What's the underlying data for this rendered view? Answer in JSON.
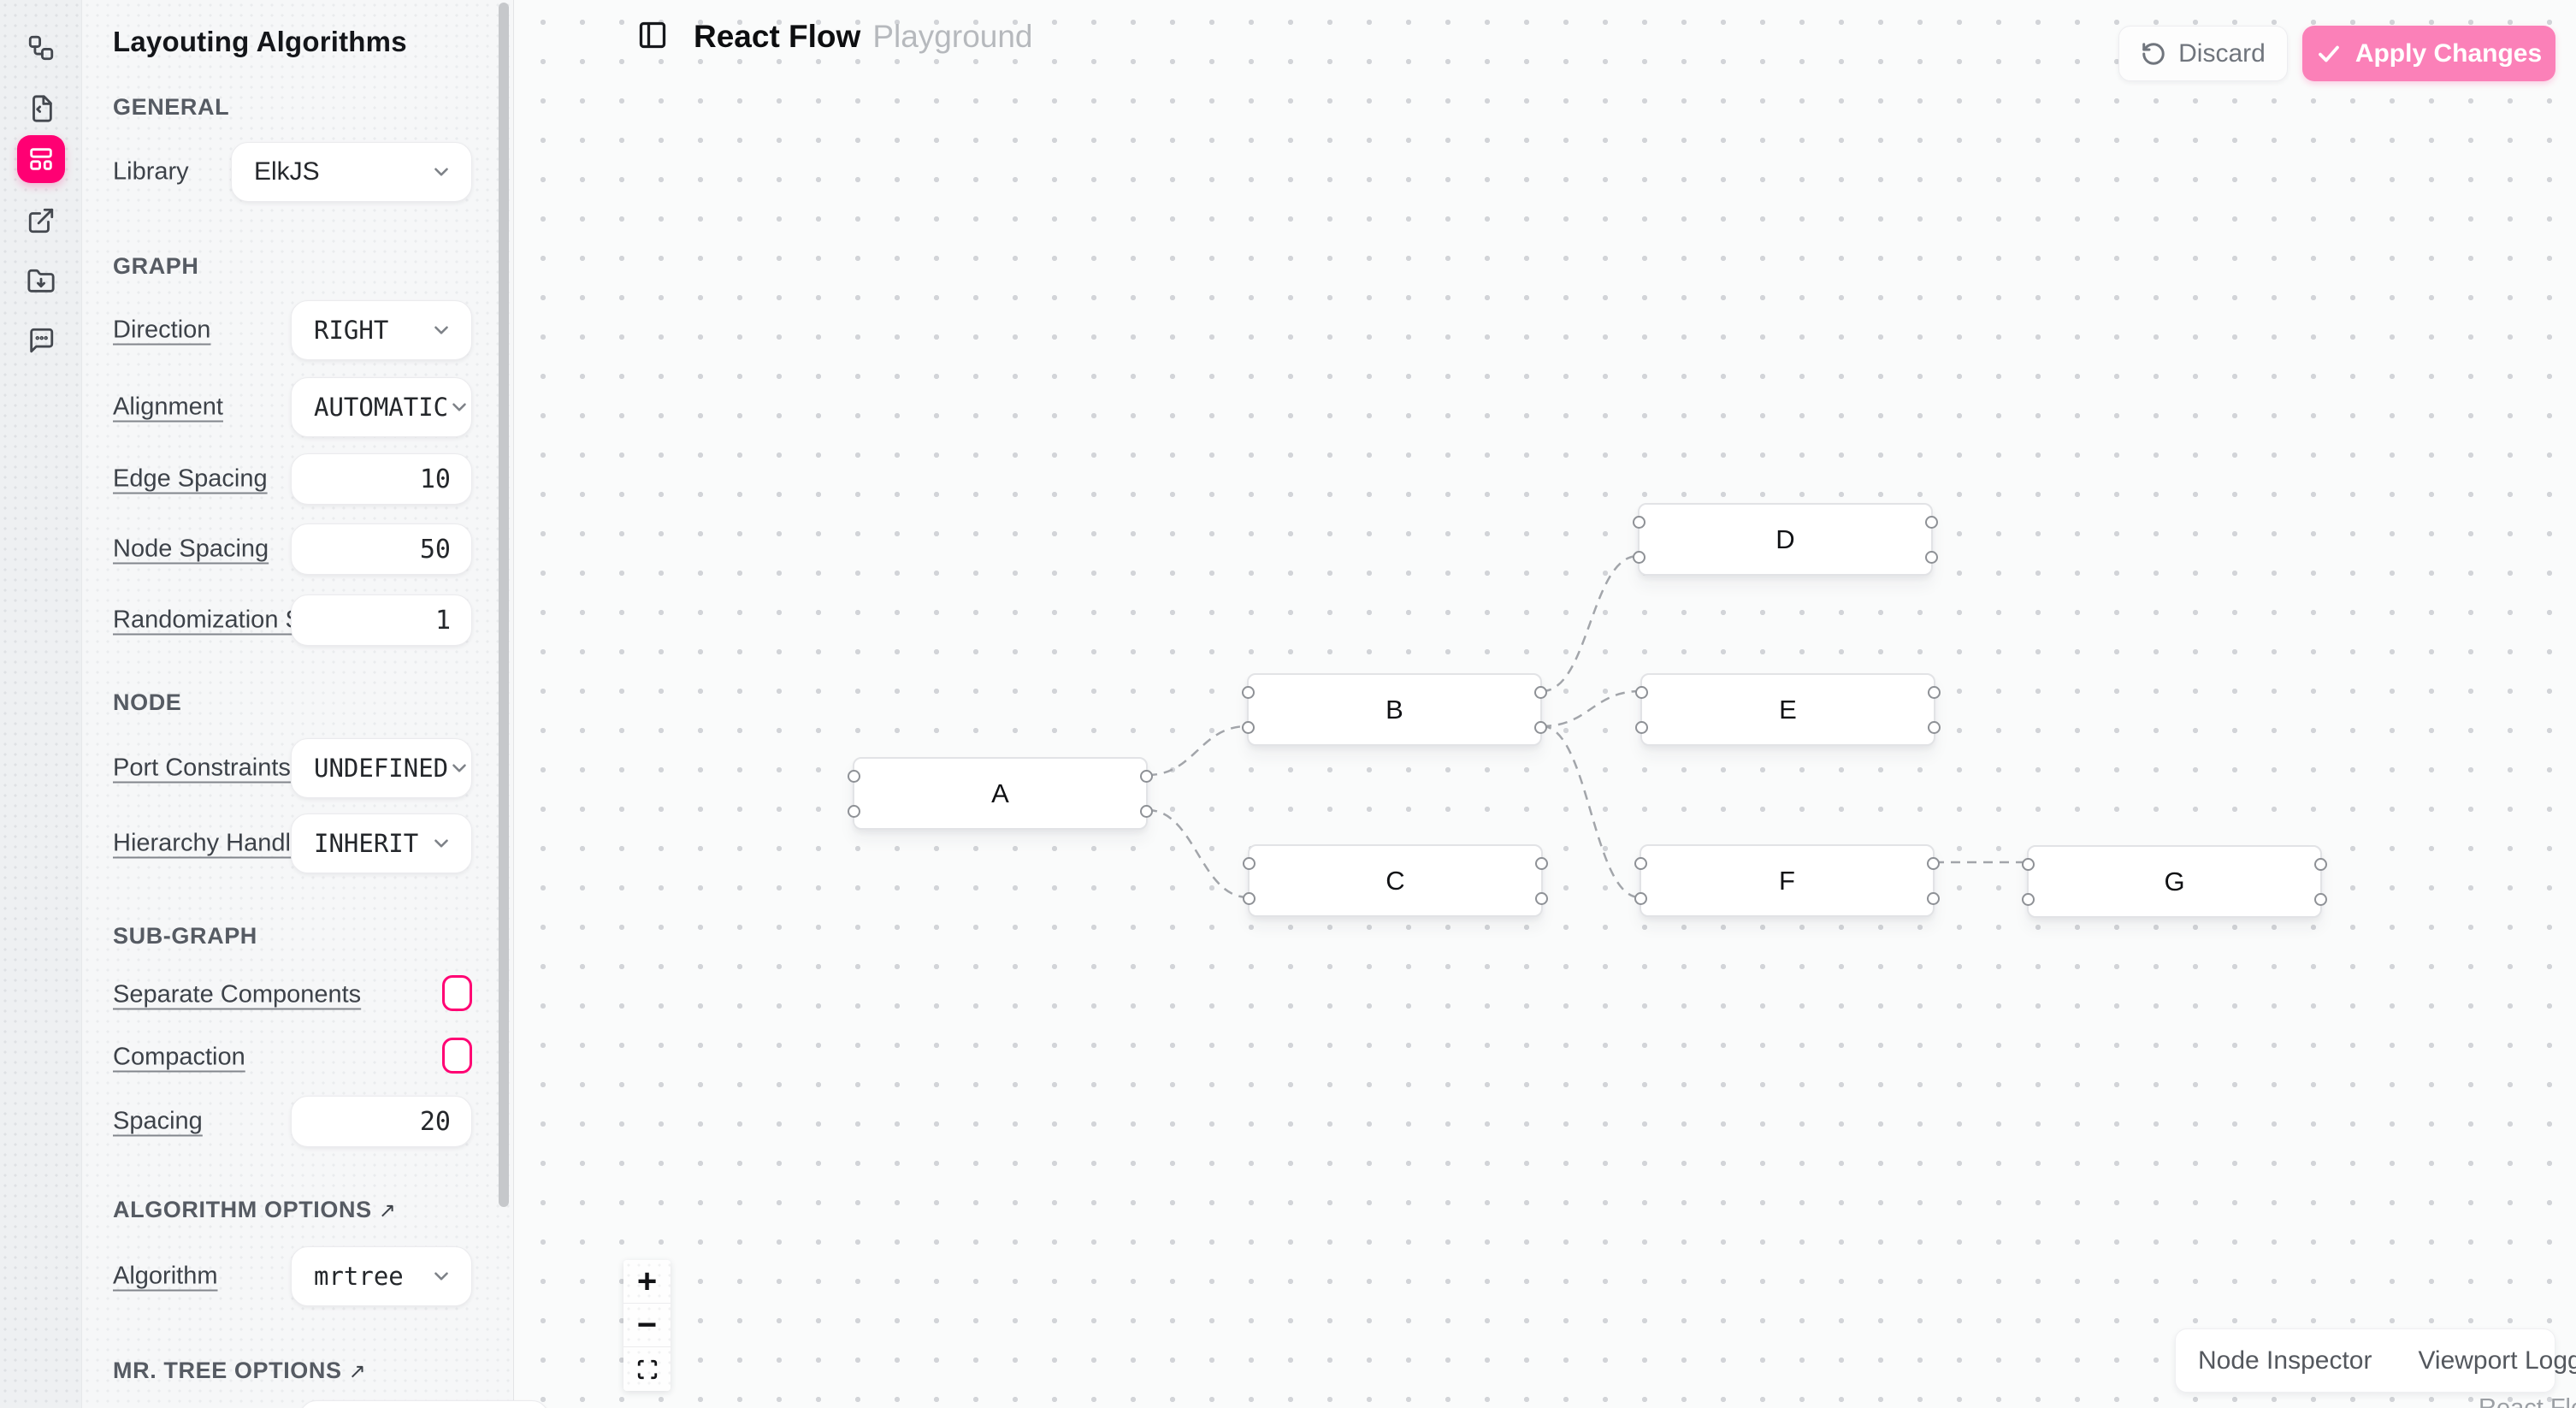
{
  "colors": {
    "accent": "#ff0073",
    "apply_button_bg": "#fb80b8",
    "canvas_dot": "#d2d4d8"
  },
  "rail": {
    "items": [
      {
        "icon": "workflow-icon",
        "active": false
      },
      {
        "icon": "file-code-icon",
        "active": false
      },
      {
        "icon": "layouting-icon",
        "active": true
      },
      {
        "icon": "external-link-icon",
        "active": false
      },
      {
        "icon": "folder-download-icon",
        "active": false
      },
      {
        "icon": "feedback-icon",
        "active": false
      }
    ]
  },
  "header": {
    "brand": "React Flow",
    "page": "Playground"
  },
  "toolbar": {
    "discard_label": "Discard",
    "apply_label": "Apply Changes"
  },
  "panel": {
    "title": "Layouting Algorithms",
    "sections": {
      "general": "GENERAL",
      "graph": "GRAPH",
      "node": "NODE",
      "subgraph": "SUB-GRAPH",
      "algorithm_options": "ALGORITHM OPTIONS",
      "mrtree_options": "MR. TREE OPTIONS"
    },
    "fields": {
      "library": {
        "label": "Library",
        "value": "ElkJS"
      },
      "direction": {
        "label": "Direction",
        "value": "RIGHT"
      },
      "alignment": {
        "label": "Alignment",
        "value": "AUTOMATIC"
      },
      "edge_spacing": {
        "label": "Edge Spacing",
        "value": "10"
      },
      "node_spacing": {
        "label": "Node Spacing",
        "value": "50"
      },
      "randomization_seed": {
        "label": "Randomization Seed",
        "value": "1"
      },
      "port_constraints": {
        "label": "Port Constraints",
        "value": "UNDEFINED"
      },
      "hierarchy_handling": {
        "label": "Hierarchy Handling",
        "value": "INHERIT"
      },
      "separate_components": {
        "label": "Separate Components",
        "checked": false
      },
      "compaction": {
        "label": "Compaction",
        "checked": false
      },
      "spacing": {
        "label": "Spacing",
        "value": "20"
      },
      "algorithm": {
        "label": "Algorithm",
        "value": "mrtree"
      }
    }
  },
  "canvas": {
    "nodes": [
      {
        "id": "A",
        "label": "A"
      },
      {
        "id": "B",
        "label": "B"
      },
      {
        "id": "C",
        "label": "C"
      },
      {
        "id": "D",
        "label": "D"
      },
      {
        "id": "E",
        "label": "E"
      },
      {
        "id": "F",
        "label": "F"
      },
      {
        "id": "G",
        "label": "G"
      }
    ],
    "edges": [
      {
        "source": "A",
        "target": "B"
      },
      {
        "source": "A",
        "target": "C"
      },
      {
        "source": "B",
        "target": "D"
      },
      {
        "source": "B",
        "target": "E"
      },
      {
        "source": "B",
        "target": "F"
      },
      {
        "source": "F",
        "target": "G"
      }
    ]
  },
  "controls": {
    "zoom_in": "+",
    "zoom_out": "−"
  },
  "devtools": {
    "node_inspector": "Node Inspector",
    "viewport_logger": "Viewport Logger"
  },
  "attribution": "React Flow"
}
